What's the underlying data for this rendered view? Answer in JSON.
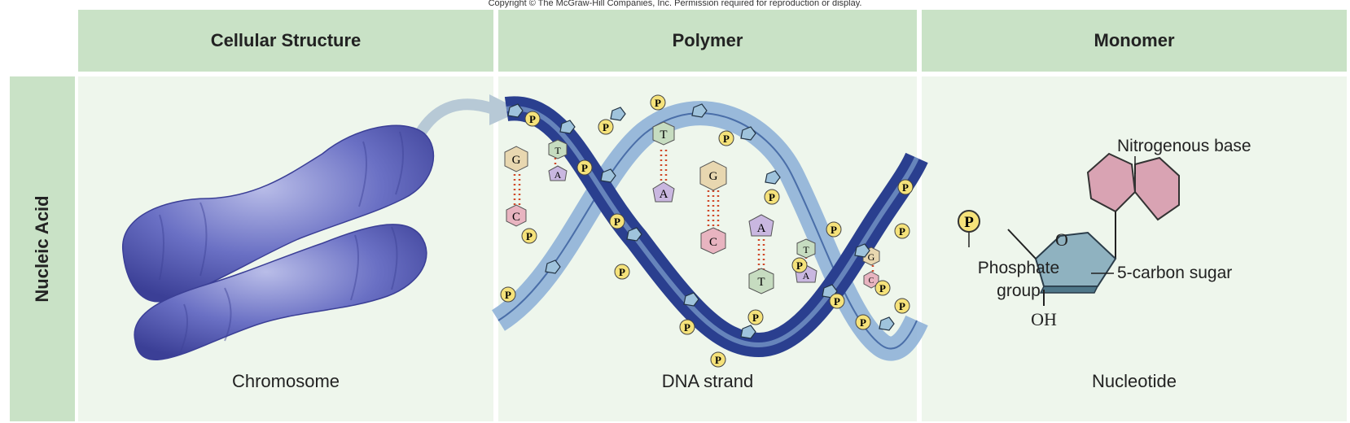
{
  "copyright": "Copyright © The McGraw-Hill Companies, Inc. Permission required for reproduction or display.",
  "headers": {
    "cellular_structure": "Cellular Structure",
    "polymer": "Polymer",
    "monomer": "Monomer"
  },
  "row_label": "Nucleic Acid",
  "captions": {
    "chromosome": "Chromosome",
    "dna": "DNA strand",
    "nucleotide": "Nucleotide"
  },
  "nucleotide_labels": {
    "nitrogenous_base": "Nitrogenous base",
    "phosphate_symbol": "P",
    "phosphate_group": "Phosphate\ngroup",
    "ring_oxygen": "O",
    "sugar": "5-carbon sugar",
    "hydroxyl": "OH"
  },
  "dna_bases": {
    "left_pairs": [
      "G",
      "C",
      "T",
      "A"
    ],
    "mid_pairs": [
      "T",
      "A",
      "G",
      "C"
    ],
    "right_pairs": [
      "A",
      "T",
      "A",
      "T",
      "G",
      "C"
    ],
    "phosphate": "P"
  },
  "colors": {
    "header_bg": "#c9e2c6",
    "cell_bg": "#eef6ec",
    "chromosome": "#5a5fb8",
    "helix_dark": "#2a3f8f",
    "helix_light": "#8fb3d8",
    "phosphate": "#f5e27a",
    "base_pink": "#e8b4c0",
    "base_purple": "#c9b7e0",
    "base_green": "#c6dcc0",
    "base_tan": "#e8d7b0"
  }
}
